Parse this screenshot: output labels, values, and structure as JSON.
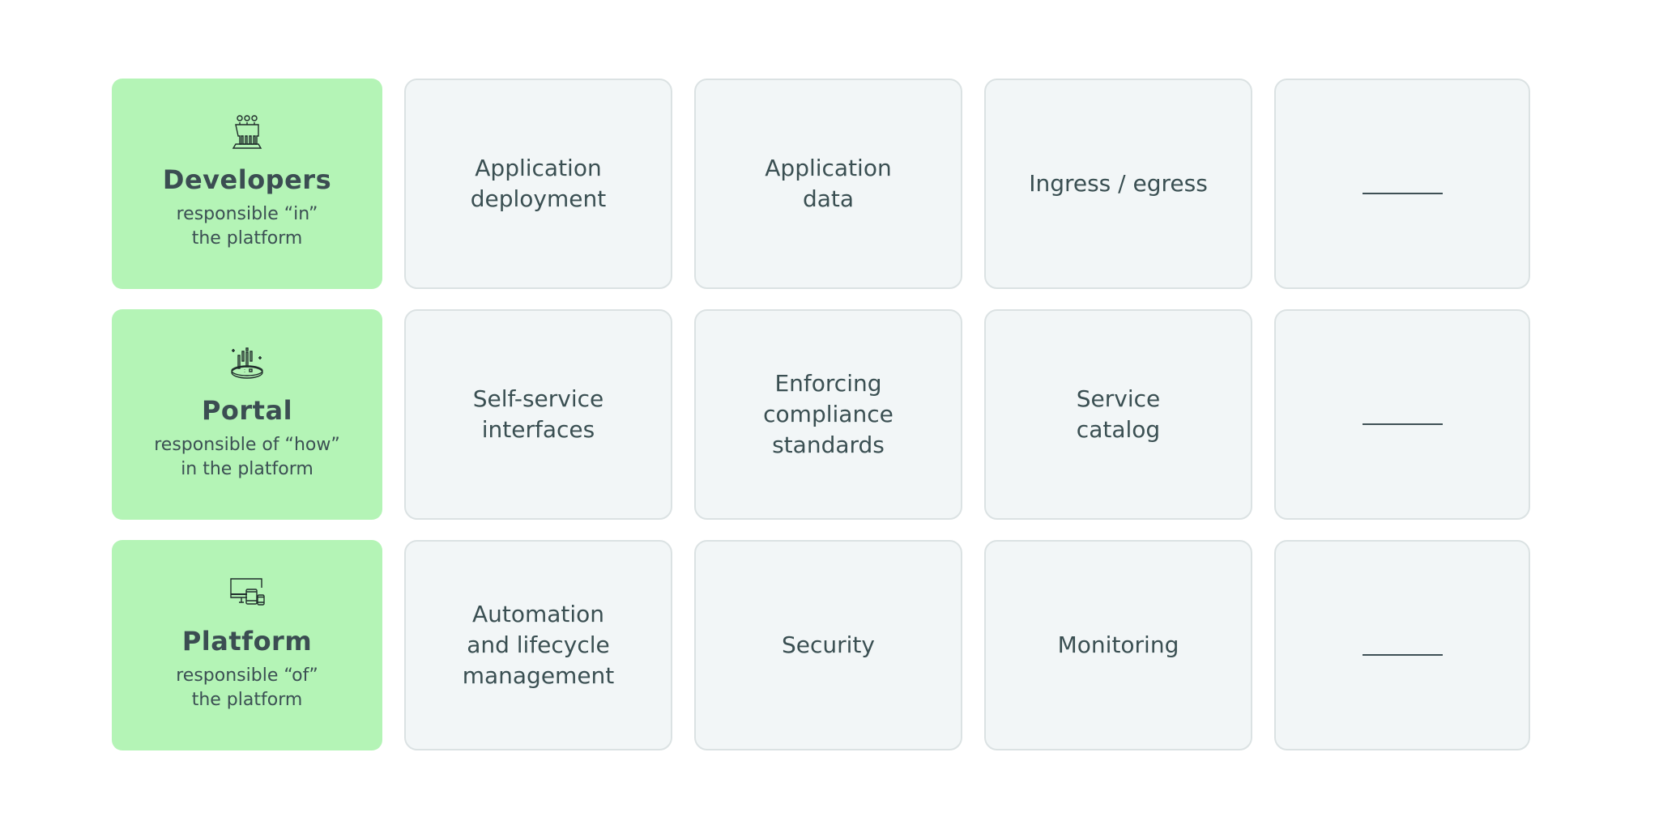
{
  "theme": {
    "role_card_bg": "#b4f4b6",
    "cell_bg": "#f2f6f7",
    "cell_border": "#dbe2e3",
    "text_color": "#3a4f52"
  },
  "rows": [
    {
      "role": {
        "icon": "team-icon",
        "title": "Developers",
        "subtitle": "responsible “in”\nthe platform"
      },
      "cells": [
        "Application\ndeployment",
        "Application\ndata",
        "Ingress / egress",
        "_______"
      ]
    },
    {
      "role": {
        "icon": "portal-hologram-icon",
        "title": "Portal",
        "subtitle": "responsible of “how”\nin the platform"
      },
      "cells": [
        "Self-service\ninterfaces",
        "Enforcing\ncompliance\nstandards",
        "Service\ncatalog",
        "_______"
      ]
    },
    {
      "role": {
        "icon": "devices-icon",
        "title": "Platform",
        "subtitle": "responsible “of”\nthe platform"
      },
      "cells": [
        "Automation\nand lifecycle\nmanagement",
        "Security",
        "Monitoring",
        "_______"
      ]
    }
  ]
}
